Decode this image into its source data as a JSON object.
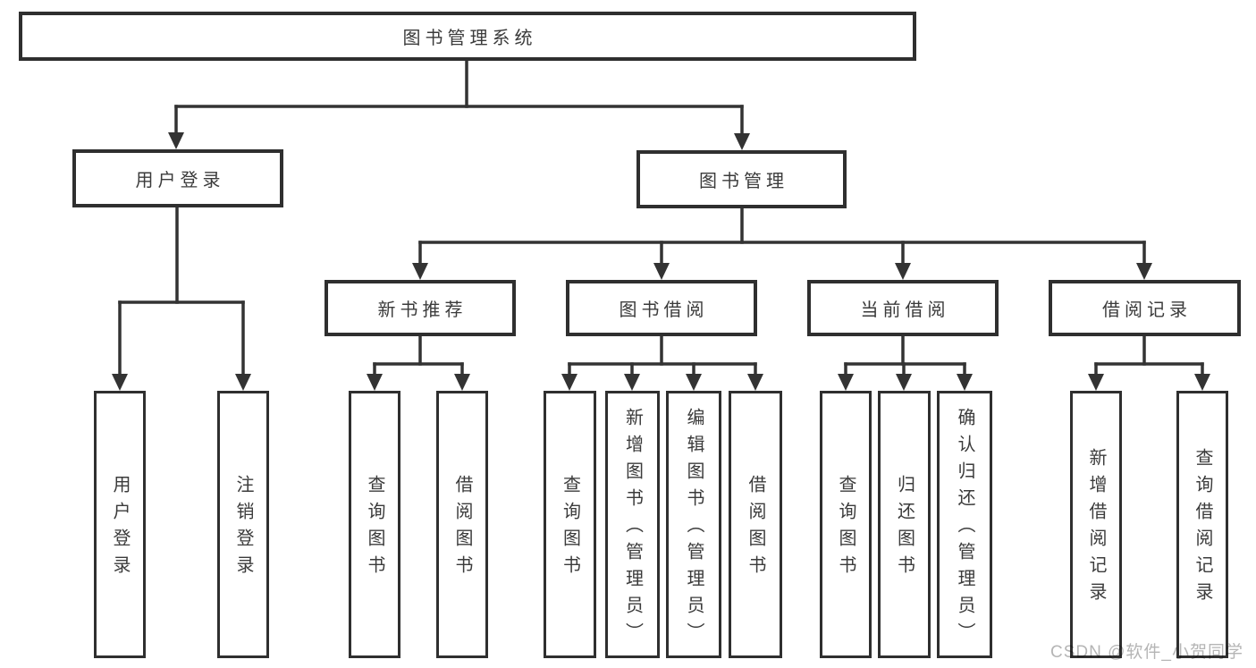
{
  "diagram": {
    "title": "图书管理系统",
    "nodes": {
      "root": {
        "label": "图书管理系统"
      },
      "user_login": {
        "label": "用户登录"
      },
      "book_management": {
        "label": "图书管理"
      },
      "new_book_recommend": {
        "label": "新书推荐"
      },
      "book_borrowing": {
        "label": "图书借阅"
      },
      "current_borrowing": {
        "label": "当前借阅"
      },
      "borrowing_records": {
        "label": "借阅记录"
      },
      "leaf_user_login": {
        "label": "用户登录"
      },
      "leaf_logout": {
        "label": "注销登录"
      },
      "leaf_query_books_1": {
        "label": "查询图书"
      },
      "leaf_borrow_books_1": {
        "label": "借阅图书"
      },
      "leaf_query_books_2": {
        "label": "查询图书"
      },
      "leaf_add_book_admin": {
        "label": "新增图书（管理员）"
      },
      "leaf_edit_book_admin": {
        "label": "编辑图书（管理员）"
      },
      "leaf_borrow_books_2": {
        "label": "借阅图书"
      },
      "leaf_query_books_3": {
        "label": "查询图书"
      },
      "leaf_return_book": {
        "label": "归还图书"
      },
      "leaf_confirm_return_admin": {
        "label": "确认归还（管理员）"
      },
      "leaf_add_borrow_record": {
        "label": "新增借阅记录"
      },
      "leaf_query_borrow_record": {
        "label": "查询借阅记录"
      }
    },
    "edges": [
      {
        "from": "图书管理系统",
        "to": "用户登录"
      },
      {
        "from": "图书管理系统",
        "to": "图书管理"
      },
      {
        "from": "用户登录",
        "to": "用户登录"
      },
      {
        "from": "用户登录",
        "to": "注销登录"
      },
      {
        "from": "图书管理",
        "to": "新书推荐"
      },
      {
        "from": "图书管理",
        "to": "图书借阅"
      },
      {
        "from": "图书管理",
        "to": "当前借阅"
      },
      {
        "from": "图书管理",
        "to": "借阅记录"
      },
      {
        "from": "新书推荐",
        "to": "查询图书"
      },
      {
        "from": "新书推荐",
        "to": "借阅图书"
      },
      {
        "from": "图书借阅",
        "to": "查询图书"
      },
      {
        "from": "图书借阅",
        "to": "新增图书（管理员）"
      },
      {
        "from": "图书借阅",
        "to": "编辑图书（管理员）"
      },
      {
        "from": "图书借阅",
        "to": "借阅图书"
      },
      {
        "from": "当前借阅",
        "to": "查询图书"
      },
      {
        "from": "当前借阅",
        "to": "归还图书"
      },
      {
        "from": "当前借阅",
        "to": "确认归还（管理员）"
      },
      {
        "from": "借阅记录",
        "to": "新增借阅记录"
      },
      {
        "from": "借阅记录",
        "to": "查询借阅记录"
      }
    ],
    "watermark": "CSDN @软件_小贺同学",
    "colors": {
      "line": "#333333",
      "box_border": "#2f2f2f",
      "box_fill": "#ffffff",
      "text": "#3b3b3b",
      "watermark": "#b5b5b5",
      "background": "#ffffff"
    }
  }
}
